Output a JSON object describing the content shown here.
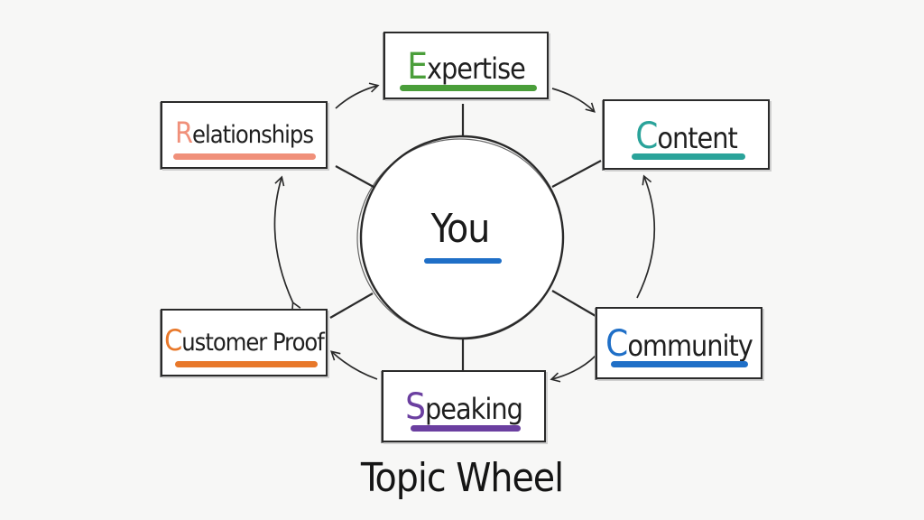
{
  "center": {
    "label": "You",
    "underline_color": "#1f6fc7"
  },
  "nodes": [
    {
      "id": "expertise",
      "first": "E",
      "rest": "xpertise",
      "color": "#4a9e3a"
    },
    {
      "id": "content",
      "first": "C",
      "rest": "ontent",
      "color": "#2aa39a"
    },
    {
      "id": "community",
      "first": "C",
      "rest": "ommunity",
      "color": "#1f6fc7"
    },
    {
      "id": "speaking",
      "first": "S",
      "rest": "peaking",
      "color": "#6b3fa0"
    },
    {
      "id": "customer-proof",
      "first": "C",
      "rest": "ustomer Proof",
      "color": "#e8782a"
    },
    {
      "id": "relationships",
      "first": "R",
      "rest": "elationships",
      "color": "#f0907a"
    }
  ],
  "title": "Topic Wheel"
}
